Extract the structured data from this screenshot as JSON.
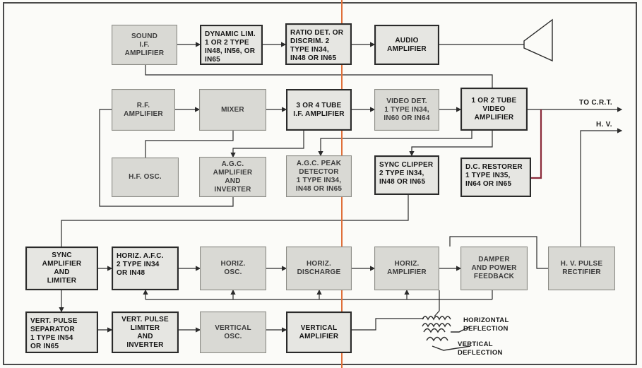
{
  "blocks": {
    "sound_if_amplifier": "SOUND\nI.F.\nAMPLIFIER",
    "dynamic_limiter": "DYNAMIC LIM.\n1 OR 2 TYPE\nIN48, IN56, OR\nIN65",
    "ratio_detector": "RATIO DET. OR\nDISCRIM. 2\nTYPE IN34,\nIN48 OR IN65",
    "audio_amplifier": "AUDIO\nAMPLIFIER",
    "rf_amplifier": "R.F.\nAMPLIFIER",
    "mixer": "MIXER",
    "if_amplifier": "3 OR 4 TUBE\nI.F. AMPLIFIER",
    "video_detector": "VIDEO DET.\n1 TYPE IN34,\nIN60 OR IN64",
    "video_amplifier": "1 OR 2 TUBE\nVIDEO\nAMPLIFIER",
    "hf_oscillator": "H.F. OSC.",
    "agc_amplifier": "A.G.C.\nAMPLIFIER\nAND\nINVERTER",
    "agc_peak_detector": "A.G.C. PEAK\nDETECTOR\n1 TYPE IN34,\nIN48 OR IN65",
    "sync_clipper": "SYNC CLIPPER\n2 TYPE IN34,\nIN48 OR IN65",
    "dc_restorer": "D.C. RESTORER\n1 TYPE IN35,\nIN64 OR IN65",
    "sync_amplifier": "SYNC\nAMPLIFIER\nAND\nLIMITER",
    "horiz_afc": "HORIZ. A.F.C.\n2 TYPE IN34\nOR IN48",
    "horiz_osc": "HORIZ.\nOSC.",
    "horiz_discharge": "HORIZ.\nDISCHARGE",
    "horiz_amplifier": "HORIZ.\nAMPLIFIER",
    "damper": "DAMPER\nAND POWER\nFEEDBACK",
    "hv_pulse_rectifier": "H. V. PULSE\nRECTIFIER",
    "vert_pulse_separator": "VERT. PULSE\nSEPARATOR\n1 TYPE IN54\nOR IN65",
    "vert_pulse_limiter": "VERT. PULSE\nLIMITER\nAND\nINVERTER",
    "vertical_osc": "VERTICAL\nOSC.",
    "vertical_amplifier": "VERTICAL\nAMPLIFIER"
  },
  "labels": {
    "to_crt": "TO C.R.T.",
    "hv": "H. V.",
    "horizontal_deflection": "HORIZONTAL\nDEFLECTION",
    "vertical_deflection": "VERTICAL\nDEFLECTION"
  },
  "colors": {
    "block_fill": "#d9d9d4",
    "line": "#2b2b2b",
    "orange_rule": "#e0703a",
    "crimson_wire": "#8a2a3a"
  }
}
